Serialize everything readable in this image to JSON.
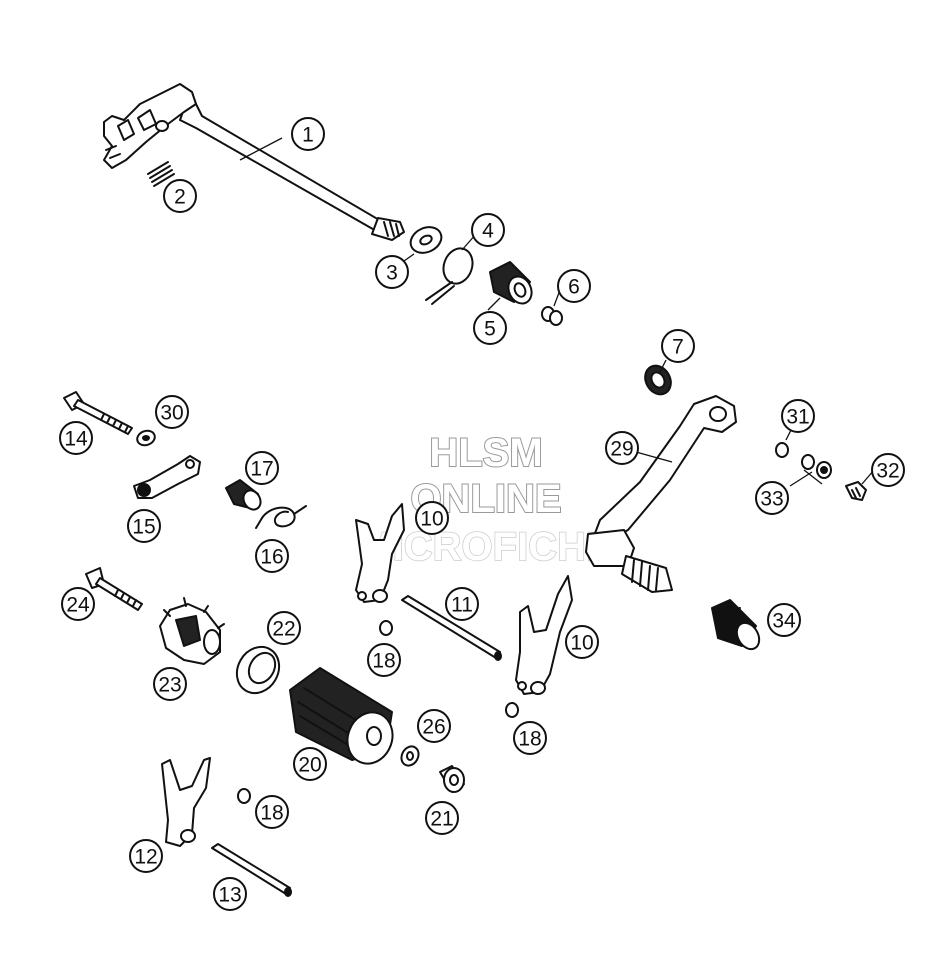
{
  "watermark": {
    "line1": "HLSM",
    "line2": "ONLINE",
    "line3": "MICROFICHE"
  },
  "callouts": [
    {
      "id": "c1",
      "label": "1"
    },
    {
      "id": "c2",
      "label": "2"
    },
    {
      "id": "c3",
      "label": "3"
    },
    {
      "id": "c4",
      "label": "4"
    },
    {
      "id": "c5",
      "label": "5"
    },
    {
      "id": "c6",
      "label": "6"
    },
    {
      "id": "c7",
      "label": "7"
    },
    {
      "id": "c29",
      "label": "29"
    },
    {
      "id": "c31",
      "label": "31"
    },
    {
      "id": "c32",
      "label": "32"
    },
    {
      "id": "c33",
      "label": "33"
    },
    {
      "id": "c14",
      "label": "14"
    },
    {
      "id": "c30",
      "label": "30"
    },
    {
      "id": "c15",
      "label": "15"
    },
    {
      "id": "c17",
      "label": "17"
    },
    {
      "id": "c16",
      "label": "16"
    },
    {
      "id": "c10a",
      "label": "10"
    },
    {
      "id": "c11",
      "label": "11"
    },
    {
      "id": "c10b",
      "label": "10"
    },
    {
      "id": "c34",
      "label": "34"
    },
    {
      "id": "c24",
      "label": "24"
    },
    {
      "id": "c22",
      "label": "22"
    },
    {
      "id": "c23",
      "label": "23"
    },
    {
      "id": "c18a",
      "label": "18"
    },
    {
      "id": "c18b",
      "label": "18"
    },
    {
      "id": "c26",
      "label": "26"
    },
    {
      "id": "c20",
      "label": "20"
    },
    {
      "id": "c21",
      "label": "21"
    },
    {
      "id": "c18c",
      "label": "18"
    },
    {
      "id": "c12",
      "label": "12"
    },
    {
      "id": "c13",
      "label": "13"
    }
  ]
}
